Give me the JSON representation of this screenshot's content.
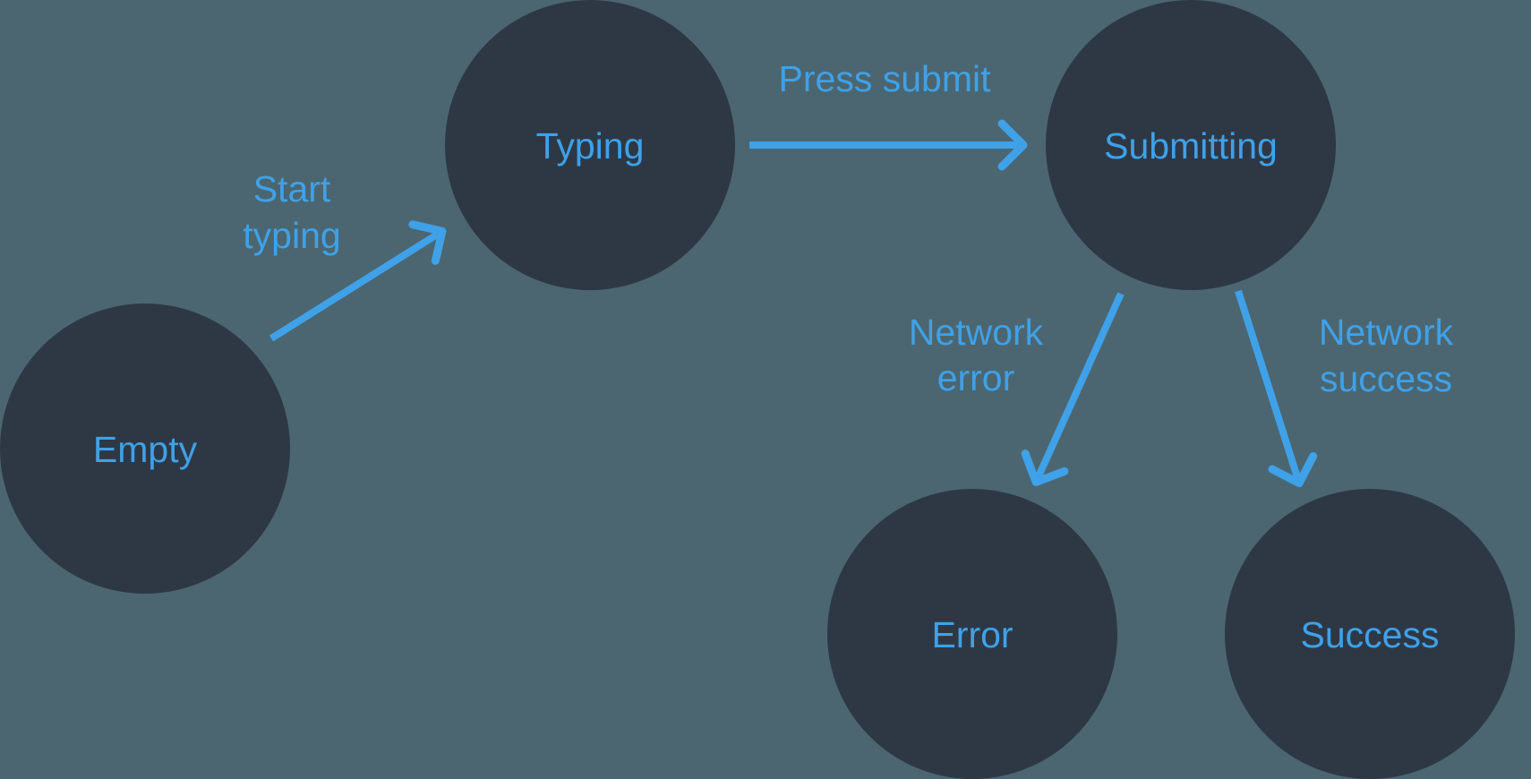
{
  "colors": {
    "background": "#4B6670",
    "node": "#2E3845",
    "accent": "#3FA1E8"
  },
  "diagram": {
    "type": "state-machine",
    "nodes": [
      {
        "id": "empty",
        "label": "Empty"
      },
      {
        "id": "typing",
        "label": "Typing"
      },
      {
        "id": "submitting",
        "label": "Submitting"
      },
      {
        "id": "error",
        "label": "Error"
      },
      {
        "id": "success",
        "label": "Success"
      }
    ],
    "edges": [
      {
        "from": "Empty",
        "to": "Typing",
        "label": "Start typing",
        "lines": [
          "Start",
          "typing"
        ]
      },
      {
        "from": "Typing",
        "to": "Submitting",
        "label": "Press submit",
        "lines": [
          "Press submit"
        ]
      },
      {
        "from": "Submitting",
        "to": "Error",
        "label": "Network error",
        "lines": [
          "Network",
          "error"
        ]
      },
      {
        "from": "Submitting",
        "to": "Success",
        "label": "Network success",
        "lines": [
          "Network",
          "success"
        ]
      }
    ]
  }
}
